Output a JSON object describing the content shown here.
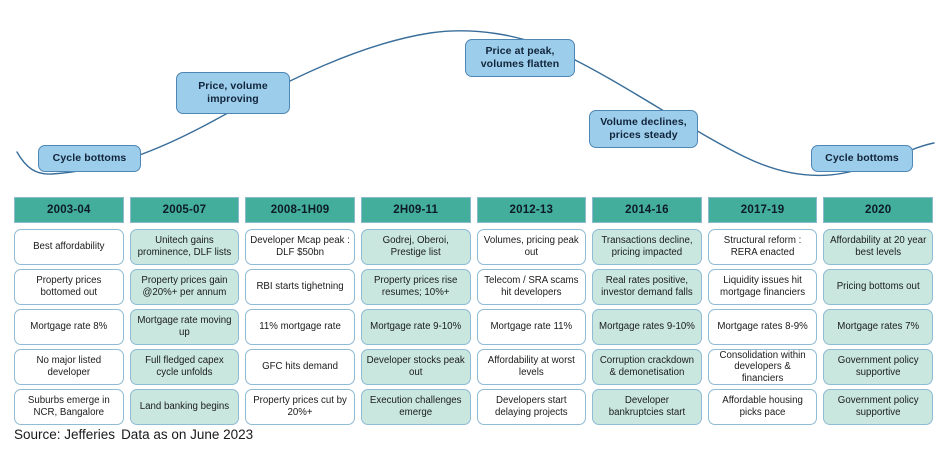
{
  "diagram": {
    "type": "property-cycle-wave",
    "curve_color": "#3A6E9A",
    "callout_fill": "#9CCDEA",
    "callout_border": "#4E86B4",
    "callouts": [
      {
        "id": "cycle-bottoms-left",
        "label": "Cycle bottoms"
      },
      {
        "id": "price-volume-improving",
        "label": "Price, volume\nimproving",
        "line1": "Price, volume",
        "line2": "improving"
      },
      {
        "id": "price-at-peak",
        "line1": "Price at peak,",
        "line2": "volumes flatten"
      },
      {
        "id": "volume-declines",
        "line1": "Volume declines,",
        "line2": "prices steady"
      },
      {
        "id": "cycle-bottoms-right",
        "label": "Cycle bottoms"
      }
    ]
  },
  "table": {
    "header_color": "#42AE9B",
    "cell_alt_color": "#C9E7DF",
    "cell_border_color": "#8FBBD4",
    "columns": [
      {
        "header": "2003-04",
        "shade": "white",
        "cells": [
          "Best affordability",
          "Property prices bottomed out",
          "Mortgage rate 8%",
          "No major listed developer",
          "Suburbs emerge in NCR, Bangalore"
        ]
      },
      {
        "header": "2005-07",
        "shade": "mint",
        "cells": [
          "Unitech gains prominence, DLF lists",
          "Property prices gain @20%+ per annum",
          "Mortgage rate moving up",
          "Full fledged capex cycle unfolds",
          "Land banking begins"
        ]
      },
      {
        "header": "2008-1H09",
        "shade": "white",
        "cells": [
          "Developer Mcap peak : DLF $50bn",
          "RBI starts tighetning",
          "11% mortgage rate",
          "GFC hits demand",
          "Property prices cut by 20%+"
        ]
      },
      {
        "header": "2H09-11",
        "shade": "mint",
        "cells": [
          "Godrej, Oberoi, Prestige list",
          "Property prices rise resumes; 10%+",
          "Mortgage rate 9-10%",
          "Developer stocks peak out",
          "Execution challenges emerge"
        ]
      },
      {
        "header": "2012-13",
        "shade": "white",
        "cells": [
          "Volumes, pricing peak out",
          "Telecom / SRA scams hit developers",
          "Mortgage rate 11%",
          "Affordability at worst levels",
          "Developers start delaying projects"
        ]
      },
      {
        "header": "2014-16",
        "shade": "mint",
        "cells": [
          "Transactions decline, pricing impacted",
          "Real rates positive, investor demand falls",
          "Mortgage rates 9-10%",
          "Corruption crackdown & demonetisation",
          "Developer bankruptcies start"
        ]
      },
      {
        "header": "2017-19",
        "shade": "white",
        "cells": [
          "Structural reform : RERA enacted",
          "Liquidity issues hit mortgage financiers",
          "Mortgage rates 8-9%",
          "Consolidation within developers & financiers",
          "Affordable housing picks pace"
        ]
      },
      {
        "header": "2020",
        "shade": "mint",
        "cells": [
          "Affordability at 20 year best levels",
          "Pricing bottoms out",
          "Mortgage rates 7%",
          "Government policy supportive",
          "Government policy supportive"
        ]
      }
    ]
  },
  "footer": {
    "source_label": "Source: Jefferies",
    "source_note": "Data as on June 2023"
  }
}
